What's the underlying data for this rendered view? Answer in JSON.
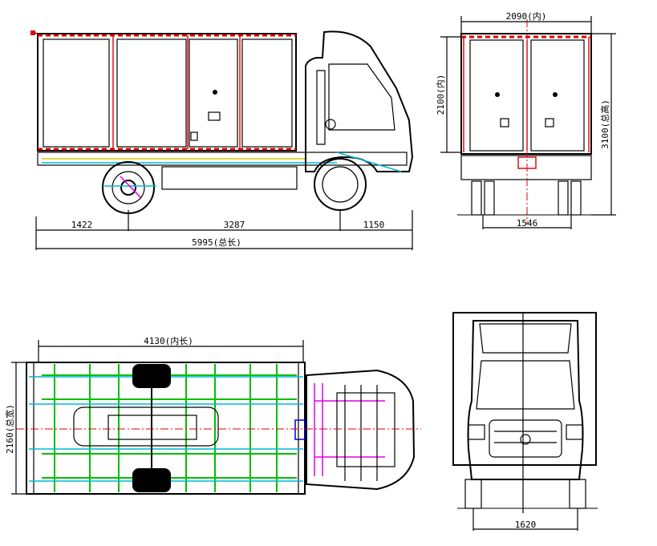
{
  "views": {
    "side": {
      "dims": {
        "rear_overhang": "1422",
        "wheelbase": "3287",
        "front_overhang": "1150",
        "overall_length": "5995(总长)"
      }
    },
    "rear": {
      "dims": {
        "inner_width": "2090(内)",
        "inner_height": "2100(内)",
        "overall_height": "3100(总高)",
        "track": "1546"
      }
    },
    "top": {
      "dims": {
        "inner_length": "4130(内长)",
        "overall_width": "2160(总宽)"
      }
    },
    "front": {
      "dims": {
        "front_track": "1620"
      }
    }
  },
  "colors": {
    "outline": "#000000",
    "accent_red": "#e00000",
    "frame_green": "#00c000",
    "cyan": "#00b8d8",
    "magenta": "#e000e0",
    "yellow": "#d8c800",
    "blue": "#0000d0"
  }
}
